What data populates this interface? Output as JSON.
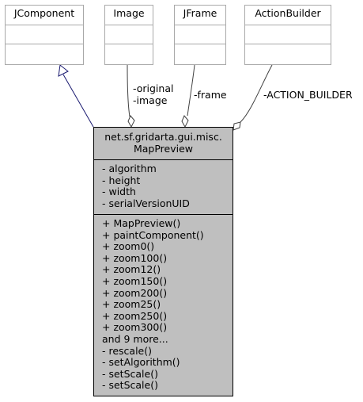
{
  "classes": {
    "jcomponent": "JComponent",
    "image": "Image",
    "jframe": "JFrame",
    "actionbuilder": "ActionBuilder"
  },
  "main": {
    "title_line1": "net.sf.gridarta.gui.misc.",
    "title_line2": "MapPreview",
    "attributes": [
      "- algorithm",
      "- height",
      "- width",
      "- serialVersionUID"
    ],
    "operations": [
      "+ MapPreview()",
      "+ paintComponent()",
      "+ zoom0()",
      "+ zoom100()",
      "+ zoom12()",
      "+ zoom150()",
      "+ zoom200()",
      "+ zoom25()",
      "+ zoom250()",
      "+ zoom300()",
      "and 9 more...",
      "- rescale()",
      "- setAlgorithm()",
      "- setScale()",
      "- setScale()"
    ]
  },
  "edges": {
    "original": "-original",
    "image": "-image",
    "frame": "-frame",
    "action_builder": "-ACTION_BUILDER"
  },
  "colors": {
    "main_fill": "#bfbfbf",
    "border": "#a9a9a9",
    "inheritance_edge": "#191970",
    "association_edge": "#404040"
  }
}
